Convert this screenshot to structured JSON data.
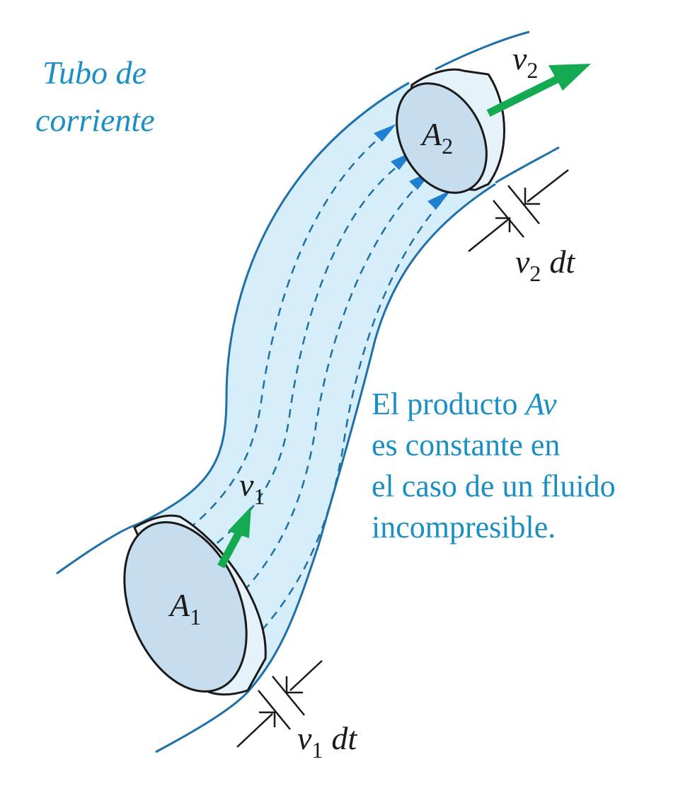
{
  "title": {
    "line1": "Tubo de",
    "line2": "corriente"
  },
  "caption": {
    "line1_prefix": "El producto ",
    "line1_em": "Av",
    "line2": "es constante en",
    "line3": "el caso de un fluido",
    "line4": "incompresible."
  },
  "labels": {
    "A1": {
      "main": "A",
      "sub": "1"
    },
    "A2": {
      "main": "A",
      "sub": "2"
    },
    "v1": {
      "main": "v",
      "sub": "1"
    },
    "v2": {
      "main": "v",
      "sub": "2"
    },
    "v1dt": {
      "main": "v",
      "sub": "1",
      "suffix": "dt"
    },
    "v2dt": {
      "main": "v",
      "sub": "2",
      "suffix": "dt"
    }
  },
  "colors": {
    "accent": "#1a8fc4",
    "tube_fill": "#d6eef9",
    "tube_outline": "#1f6fa8",
    "disk_face": "#c6dcef",
    "arrow_green": "#13aa52",
    "streamline_arrow": "#1f7fd0",
    "ink": "#1a1a1a"
  }
}
